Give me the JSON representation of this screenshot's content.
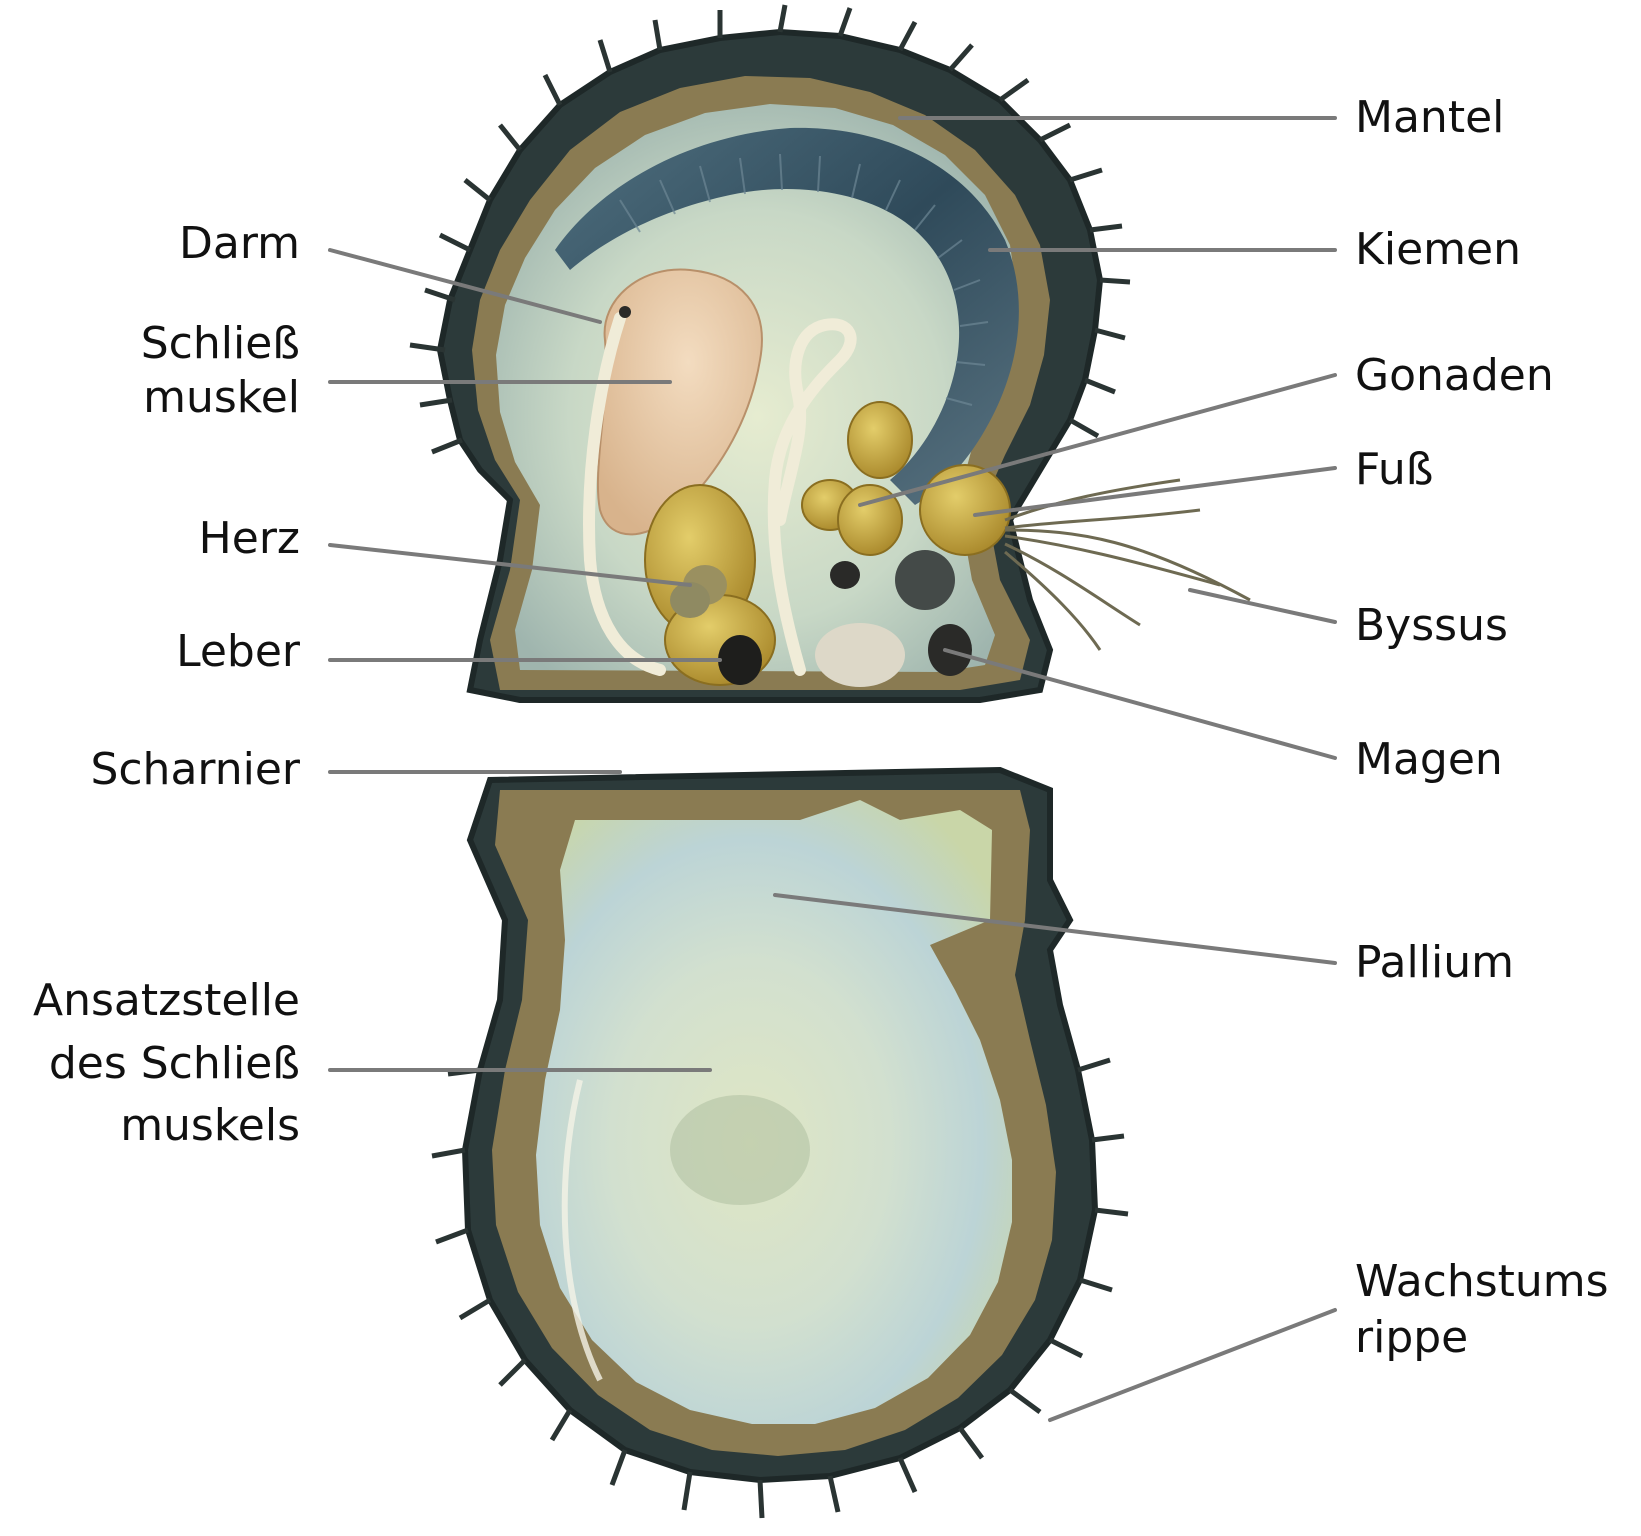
{
  "labels": {
    "left": {
      "darm": "Darm",
      "schliessmuskel_1": "Schließ",
      "schliessmuskel_2": "muskel",
      "herz": "Herz",
      "leber": "Leber",
      "scharnier": "Scharnier",
      "ansatz_1": "Ansatzstelle",
      "ansatz_2": "des Schließ",
      "ansatz_3": "muskels"
    },
    "right": {
      "mantel": "Mantel",
      "kiemen": "Kiemen",
      "gonaden": "Gonaden",
      "fuss": "Fuß",
      "byssus": "Byssus",
      "magen": "Magen",
      "pallium": "Pallium",
      "wachstum_1": "Wachstums",
      "wachstum_2": "rippe"
    }
  },
  "colors": {
    "label_text": "#111111",
    "leader_line": "#7a7a7a",
    "shell_outer": "#2c3a3a",
    "shell_rim": "#8a7b52",
    "gill": "#3f5b6b",
    "interior": "#c9d8c0",
    "muscle": "#e8c9a4",
    "organs": "#c9a53b",
    "dark_organs": "#2a2a28"
  }
}
